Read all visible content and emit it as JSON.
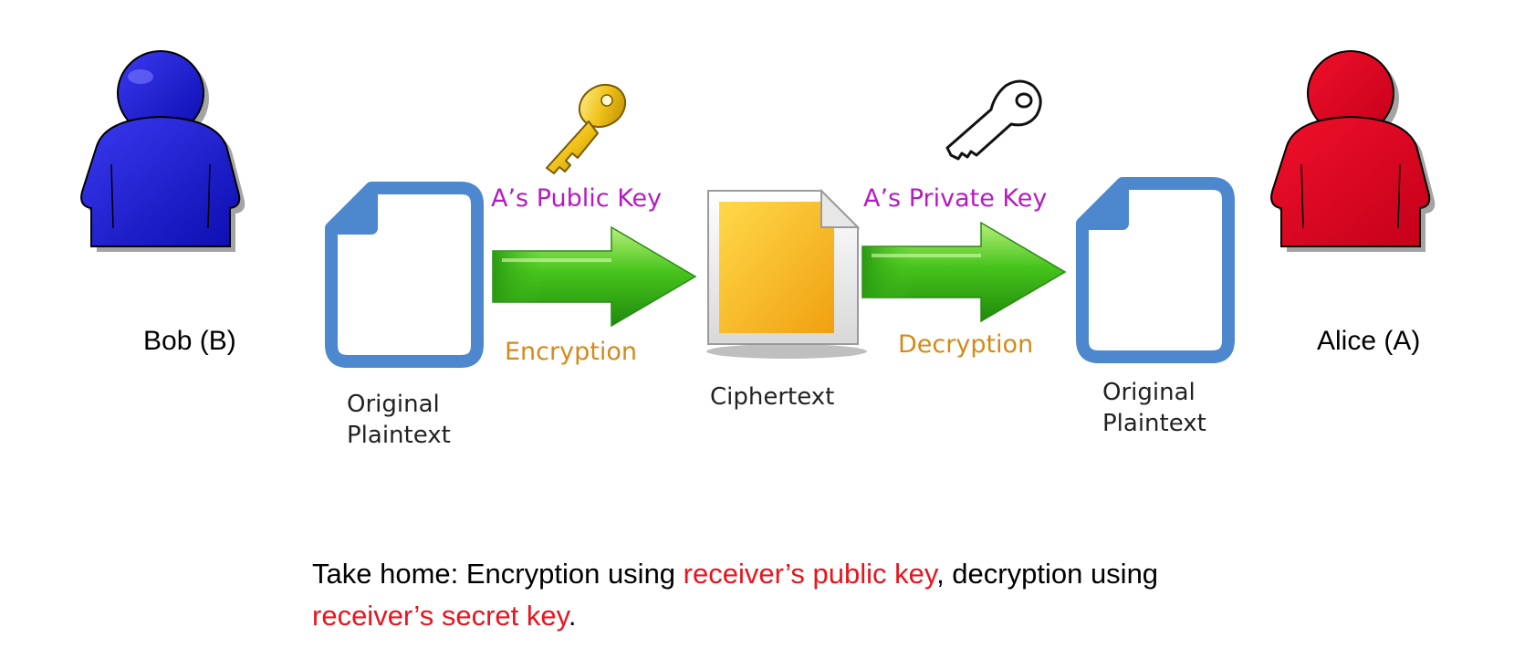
{
  "people": {
    "sender": {
      "label": "Bob (B)",
      "color": "#1f1fd6"
    },
    "receiver": {
      "label": "Alice (A)",
      "color": "#e0001b"
    }
  },
  "documents": {
    "plaintext_left": {
      "line1": "Original",
      "line2": "Plaintext"
    },
    "ciphertext": {
      "label": "Ciphertext"
    },
    "plaintext_right": {
      "line1": "Original",
      "line2": "Plaintext"
    }
  },
  "keys": {
    "public_key": {
      "label": "A’s Public Key",
      "icon": "gold-key-icon"
    },
    "private_key": {
      "label": "A’s Private Key",
      "icon": "outline-key-icon"
    }
  },
  "arrows": {
    "encryption": {
      "label": "Encryption"
    },
    "decryption": {
      "label": "Decryption"
    }
  },
  "takehome": {
    "prefix": "Take home: Encryption using ",
    "highlight1": "receiver’s public key",
    "middle": ", decryption using",
    "highlight2": "receiver’s secret key",
    "suffix": "."
  },
  "colors": {
    "key_label": "#b61bc2",
    "arrow_label": "#d48a1a",
    "arrow_green": "#3fbf1a",
    "doc_blue": "#4d88cf",
    "highlight_red": "#e8141e"
  }
}
